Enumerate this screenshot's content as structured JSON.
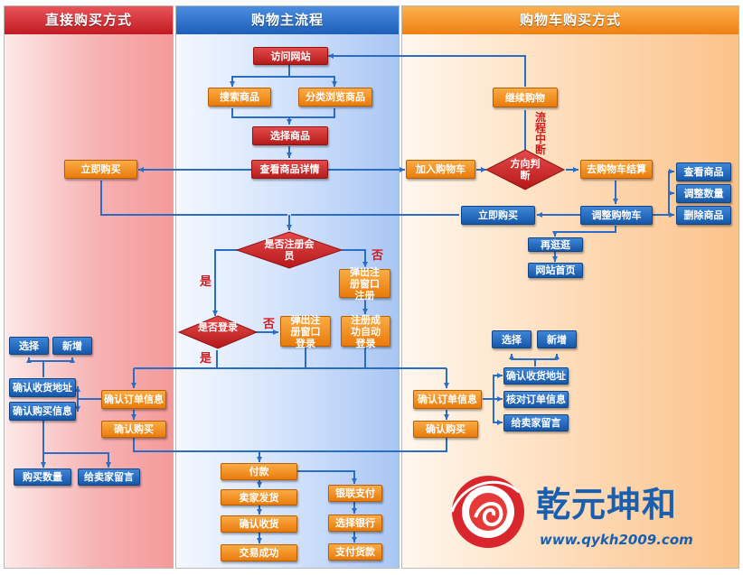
{
  "lanes": {
    "direct": "直接购买方式",
    "main": "购物主流程",
    "cart": "购物车购买方式"
  },
  "nodes": {
    "visit_site": "访问网站",
    "search_goods": "搜索商品",
    "browse_category": "分类浏览商品",
    "select_goods": "选择商品",
    "view_details": "查看商品详情",
    "buy_now_left": "立即购买",
    "add_to_cart": "加入购物车",
    "continue_shopping": "继续购物",
    "checkout_cart": "去购物车结算",
    "view_goods": "查看商品",
    "adjust_qty": "调整数量",
    "delete_goods": "删除商品",
    "adjust_cart": "调整购物车",
    "buy_now_right": "立即购买",
    "browse_again": "再逛逛",
    "site_home": "网站首页",
    "popup_register": "弹出注册窗口注册",
    "popup_login": "弹出注册窗口登录",
    "register_success": "注册成功自动登录",
    "left_select": "选择",
    "left_new": "新增",
    "left_confirm_address": "确认收货地址",
    "left_confirm_buy_info": "确认购买信息",
    "left_confirm_order": "确认订单信息",
    "left_confirm_buy": "确认购买",
    "buy_quantity": "购买数量",
    "left_message": "给卖家留言",
    "right_select": "选择",
    "right_new": "新增",
    "right_confirm_address": "确认收货地址",
    "right_check_order": "核对订单信息",
    "right_message": "给卖家留言",
    "right_confirm_order": "确认订单信息",
    "right_confirm_buy": "确认购买",
    "pay": "付款",
    "seller_ship": "卖家发货",
    "confirm_receipt": "确认收货",
    "trade_success": "交易成功",
    "unionpay": "银联支付",
    "choose_bank": "选择银行",
    "pay_money": "支付货款"
  },
  "decisions": {
    "direction": "方向判断",
    "registered": "是否注册会员",
    "logged_in": "是否登录"
  },
  "labels": {
    "flow_interrupted": "流程中断",
    "yes1": "是",
    "yes2": "是",
    "no1": "否",
    "no2": "否"
  },
  "logo": {
    "name": "乾元坤和",
    "url": "www.qykh2009.com"
  },
  "colors": {
    "red_box": "#c62a2a",
    "orange_box": "#f0891c",
    "blue_box": "#1f63b6",
    "connector": "#2b6cc4",
    "label_red": "#d21a1a"
  }
}
